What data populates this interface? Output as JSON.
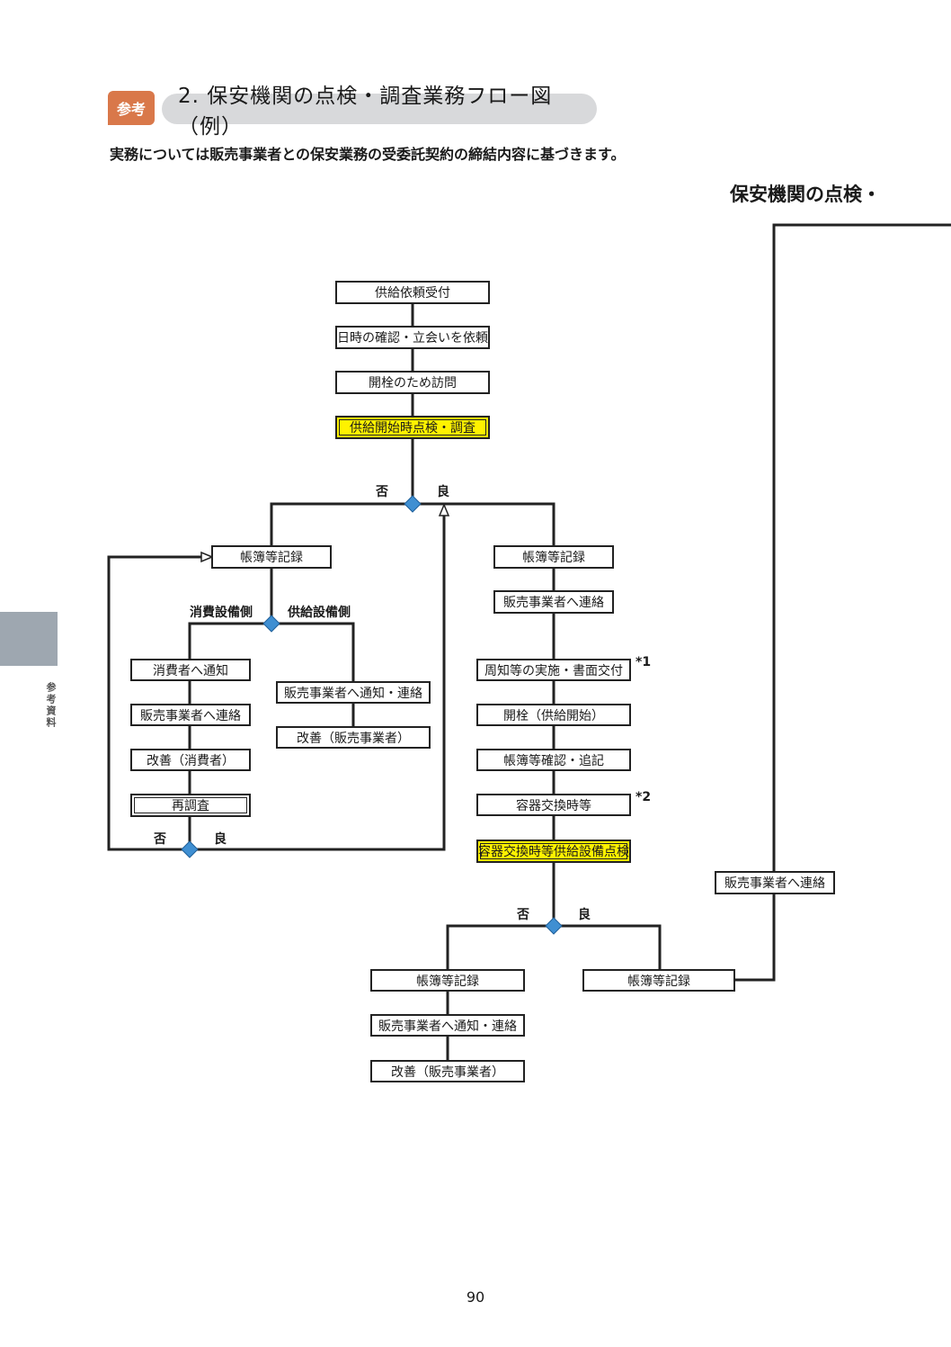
{
  "header": {
    "badge": "参考",
    "title": "2. 保安機関の点検・調査業務フロー図（例）",
    "subtitle": "実務については販売事業者との保安業務の受委託契約の締結内容に基づきます。",
    "right_title": "保安機関の点検・"
  },
  "side": {
    "label": "参考資料"
  },
  "page_number": "90",
  "flow": {
    "supply_request": "供給依頼受付",
    "confirm_schedule": "日時の確認・立会いを依頼",
    "visit_open": "開栓のため訪問",
    "start_inspection": "供給開始時点検・調査",
    "no_label": "否",
    "good_label": "良",
    "left_record": "帳簿等記録",
    "consumer_side": "消費設備側",
    "supply_side": "供給設備側",
    "notify_consumer": "消費者へ通知",
    "contact_seller_left": "販売事業者へ連絡",
    "improve_consumer": "改善（消費者）",
    "reinspect": "再調査",
    "notify_seller_supply": "販売事業者へ通知・連絡",
    "improve_seller_supply": "改善（販売事業者）",
    "right_record": "帳簿等記録",
    "contact_seller_right": "販売事業者へ連絡",
    "notice_docs": "周知等の実施・書面交付",
    "note1": "*1",
    "open_supply": "開栓（供給開始）",
    "record_check": "帳簿等確認・追記",
    "container_exchange": "容器交換時等",
    "note2": "*2",
    "container_inspection": "容器交換時等供給設備点検",
    "bottom_left_record": "帳簿等記録",
    "bottom_notify_seller": "販売事業者へ通知・連絡",
    "bottom_improve_seller": "改善（販売事業者）",
    "bottom_right_record": "帳簿等記録",
    "far_right_contact": "販売事業者へ連絡"
  },
  "colors": {
    "badge": "#d9784a",
    "title_pill": "#d8d9db",
    "highlight": "#fff200",
    "diamond": "#3f8fd2",
    "side_tab": "#9ea7b0"
  }
}
